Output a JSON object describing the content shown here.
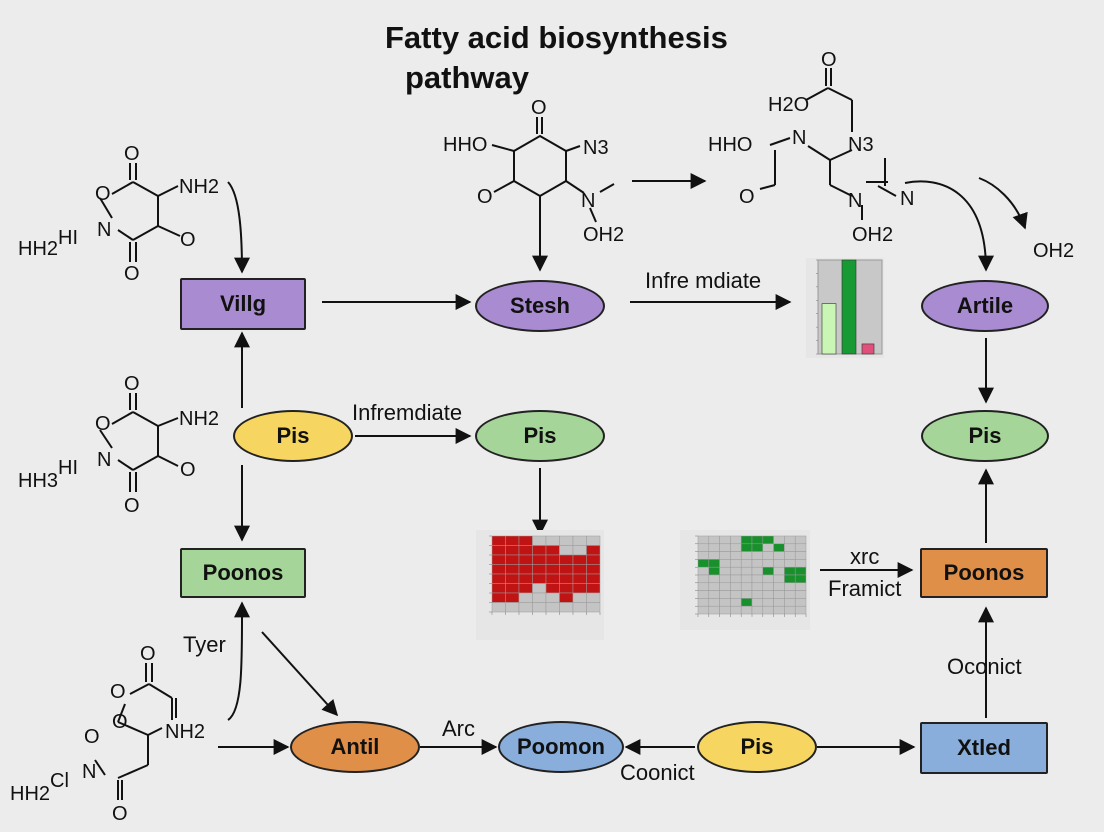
{
  "title_line1": "Fatty acid biosynthesis",
  "title_line2": "pathway",
  "nodes": {
    "villg": "Villg",
    "stesh": "Stesh",
    "artile": "Artile",
    "pis_left": "Pis",
    "pis_center": "Pis",
    "pis_right": "Pis",
    "poonos_left": "Poonos",
    "poonos_right": "Poonos",
    "antil": "Antil",
    "poomon": "Poomon",
    "pis_bottom": "Pis",
    "xtled": "Xtled"
  },
  "edge_labels": {
    "infremdiate_top": "Infre mdiate",
    "infremdiate_mid": "Infremdiate",
    "xrc": "xrc",
    "framict": "Framict",
    "oconict": "Oconict",
    "tyer": "Tyer",
    "arc": "Arc",
    "coonict": "Coonict"
  },
  "molecules": {
    "m1": [
      "O",
      "O",
      "NH2",
      "HH2",
      "HI",
      "N",
      "O",
      "O"
    ],
    "m2": [
      "O",
      "O",
      "NH2",
      "HH3",
      "HI",
      "N",
      "O",
      "O"
    ],
    "m3": [
      "O",
      "O",
      "NH2",
      "O",
      "O",
      "HH2",
      "Cl",
      "N",
      "O"
    ],
    "m4": [
      "O",
      "HHO",
      "N3",
      "O",
      "N",
      "OH2"
    ],
    "m5": [
      "O",
      "H2O",
      "HHO",
      "N",
      "N3",
      "O",
      "N",
      "OH2",
      "N"
    ],
    "oh2_right": "OH2"
  },
  "chart_data": [
    {
      "type": "bar",
      "categories": [
        "",
        "",
        ""
      ],
      "values": [
        7.5,
        14,
        1.5
      ],
      "colors": [
        "#c9f5b5",
        "#179a33",
        "#e0507a"
      ],
      "ylim": [
        0,
        14
      ]
    },
    {
      "type": "heatmap",
      "rows": 8,
      "cols": 8,
      "colors": [
        "#c01414",
        "#c4c4c4"
      ],
      "values": [
        [
          1,
          1,
          1,
          0,
          0,
          0,
          0,
          0
        ],
        [
          1,
          1,
          1,
          1,
          1,
          0,
          0,
          1
        ],
        [
          1,
          1,
          1,
          1,
          1,
          1,
          1,
          1
        ],
        [
          1,
          1,
          1,
          1,
          1,
          1,
          1,
          1
        ],
        [
          1,
          1,
          1,
          1,
          1,
          1,
          1,
          1
        ],
        [
          1,
          1,
          1,
          0,
          1,
          1,
          1,
          1
        ],
        [
          1,
          1,
          0,
          0,
          0,
          1,
          0,
          0
        ],
        [
          0,
          0,
          0,
          0,
          0,
          0,
          0,
          0
        ]
      ]
    },
    {
      "type": "heatmap",
      "rows": 10,
      "cols": 10,
      "colors": [
        "#18912d",
        "#c4c4c4"
      ],
      "values": [
        [
          0,
          0,
          0,
          0,
          1,
          1,
          1,
          0,
          0,
          0
        ],
        [
          0,
          0,
          0,
          0,
          1,
          1,
          0,
          1,
          0,
          0
        ],
        [
          0,
          0,
          0,
          0,
          0,
          0,
          0,
          0,
          0,
          0
        ],
        [
          1,
          1,
          0,
          0,
          0,
          0,
          0,
          0,
          0,
          0
        ],
        [
          0,
          1,
          0,
          0,
          0,
          0,
          1,
          0,
          1,
          1
        ],
        [
          0,
          0,
          0,
          0,
          0,
          0,
          0,
          0,
          1,
          1
        ],
        [
          0,
          0,
          0,
          0,
          0,
          0,
          0,
          0,
          0,
          0
        ],
        [
          0,
          0,
          0,
          0,
          0,
          0,
          0,
          0,
          0,
          0
        ],
        [
          0,
          0,
          0,
          0,
          1,
          0,
          0,
          0,
          0,
          0
        ],
        [
          0,
          0,
          0,
          0,
          0,
          0,
          0,
          0,
          0,
          0
        ]
      ]
    }
  ]
}
